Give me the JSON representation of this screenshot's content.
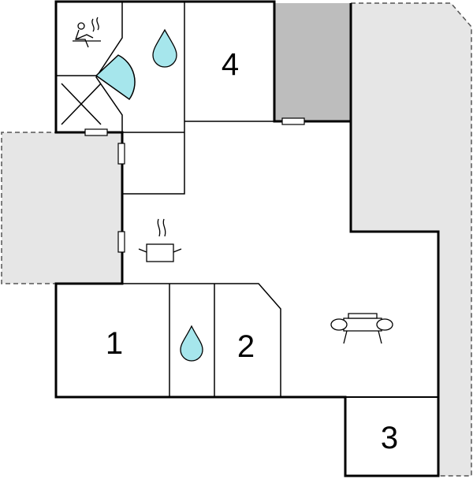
{
  "floorplan": {
    "rooms": [
      {
        "number": "1"
      },
      {
        "number": "2"
      },
      {
        "number": "3"
      },
      {
        "number": "4"
      }
    ],
    "icons": [
      {
        "name": "sauna-icon"
      },
      {
        "name": "water-drop-icon"
      },
      {
        "name": "shower-icon"
      },
      {
        "name": "closet-cross-icon"
      },
      {
        "name": "cooking-pot-icon"
      },
      {
        "name": "sofa-icon"
      }
    ]
  },
  "colors": {
    "wall": "#000000",
    "outdoor_area": "#e6e6e6",
    "covered_area": "#bdbdbd",
    "water": "#a6e6ec",
    "background": "#ffffff",
    "window": "#ffffff"
  }
}
